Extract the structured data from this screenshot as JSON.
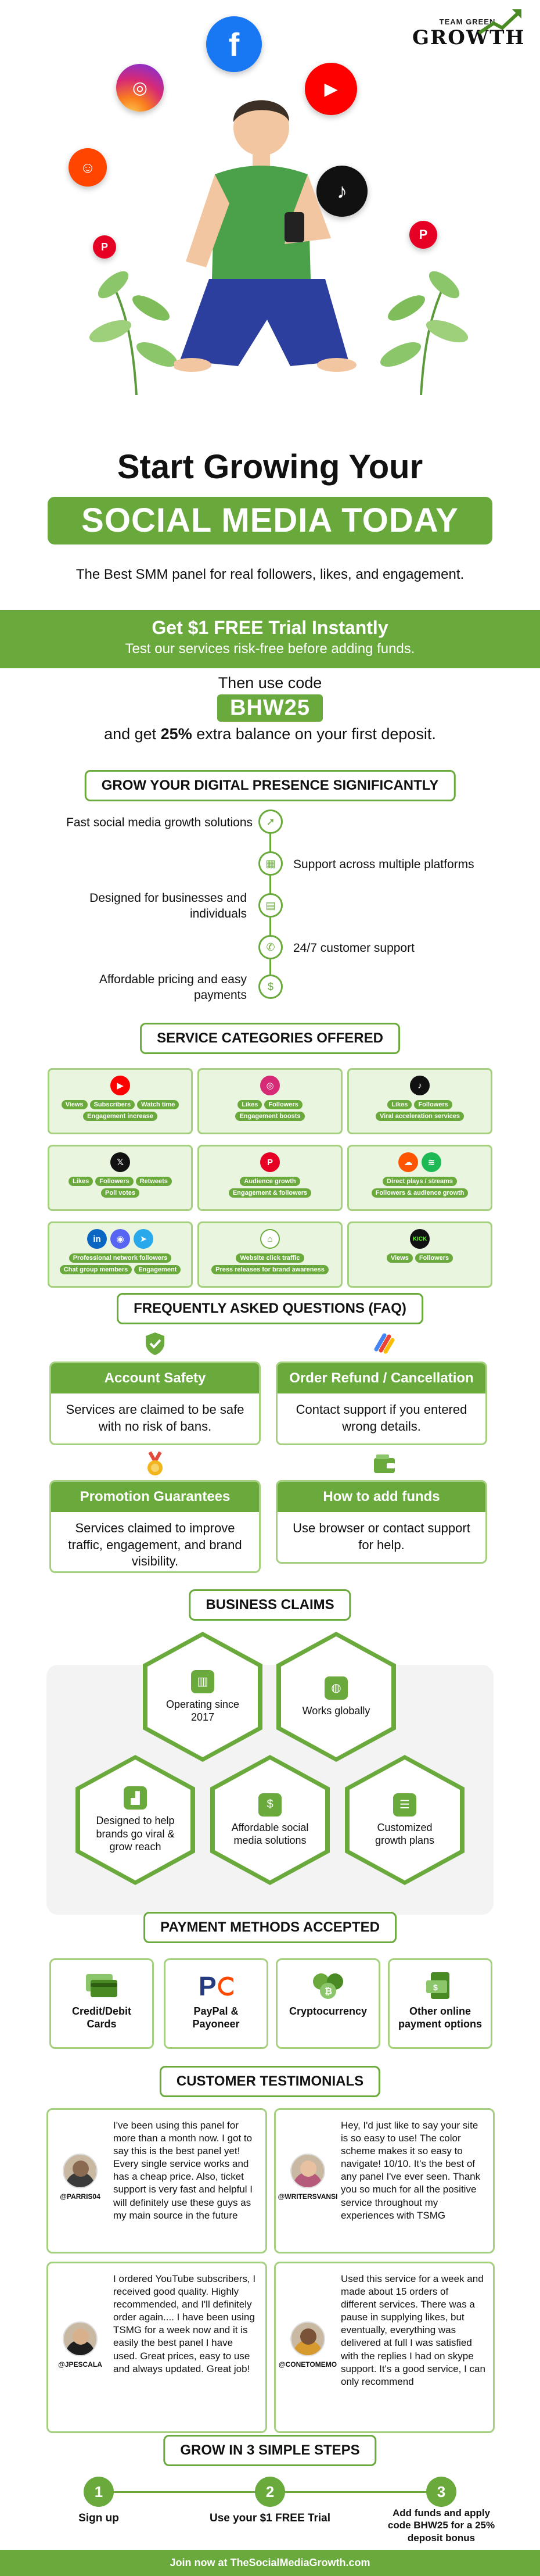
{
  "brand": {
    "logo_top": "TEAM GREEN",
    "logo_main": "GROWTH"
  },
  "hero": {
    "headline_line1": "Start Growing Your",
    "headline_line2": "SOCIAL MEDIA TODAY",
    "tagline": "The Best SMM panel for real followers, likes, and engagement."
  },
  "trial": {
    "title": "Get $1 FREE Trial Instantly",
    "subtitle": "Test our services risk-free before adding funds.",
    "then_text": "Then use code",
    "code": "BHW25",
    "extra_prefix": "and get ",
    "extra_bold": "25%",
    "extra_suffix": " extra balance on your first deposit."
  },
  "presence": {
    "title": "GROW YOUR DIGITAL PRESENCE SIGNIFICANTLY",
    "items": [
      "Fast social media growth solutions",
      "Support across multiple platforms",
      "Designed for businesses and individuals",
      "24/7 customer support",
      "Affordable pricing and easy payments"
    ]
  },
  "categories": {
    "title": "SERVICE CATEGORIES OFFERED",
    "cards": [
      {
        "icons": [
          "youtube-icon"
        ],
        "tags": [
          "Views",
          "Subscribers",
          "Watch time",
          "Engagement increase"
        ]
      },
      {
        "icons": [
          "instagram-icon"
        ],
        "tags": [
          "Likes",
          "Followers",
          "Engagement boosts"
        ]
      },
      {
        "icons": [
          "tiktok-icon"
        ],
        "tags": [
          "Likes",
          "Followers",
          "Viral acceleration services"
        ]
      },
      {
        "icons": [
          "x-icon"
        ],
        "tags": [
          "Likes",
          "Followers",
          "Retweets",
          "Poll votes"
        ]
      },
      {
        "icons": [
          "pinterest-icon"
        ],
        "tags": [
          "Audience growth",
          "Engagement & followers"
        ]
      },
      {
        "icons": [
          "soundcloud-icon",
          "spotify-icon"
        ],
        "tags": [
          "Direct plays / streams",
          "Followers & audience growth"
        ]
      },
      {
        "icons": [
          "linkedin-icon",
          "discord-icon",
          "telegram-icon"
        ],
        "tags": [
          "Professional network followers",
          "Chat group members",
          "Engagement"
        ]
      },
      {
        "icons": [
          "website-icon"
        ],
        "tags": [
          "Website click traffic",
          "Press releases for brand awareness"
        ]
      },
      {
        "icons": [
          "kick-icon"
        ],
        "tags": [
          "Views",
          "Followers"
        ]
      }
    ]
  },
  "faq": {
    "title": "FREQUENTLY ASKED QUESTIONS (FAQ)",
    "items": [
      {
        "q": "Account Safety",
        "a": "Services are claimed to be safe with no risk of bans."
      },
      {
        "q": "Order Refund / Cancellation",
        "a": "Contact support if you entered wrong details."
      },
      {
        "q": "Promotion Guarantees",
        "a": "Services claimed to improve traffic, engagement, and brand visibility."
      },
      {
        "q": "How to add funds",
        "a": "Use browser or contact support for help."
      }
    ]
  },
  "claims": {
    "title": "BUSINESS CLAIMS",
    "items": [
      "Operating since 2017",
      "Works globally",
      "Designed to help brands go viral & grow reach",
      "Affordable social media solutions",
      "Customized growth plans"
    ]
  },
  "payment": {
    "title": "PAYMENT METHODS ACCEPTED",
    "items": [
      "Credit/Debit Cards",
      "PayPal & Payoneer",
      "Cryptocurrency",
      "Other online payment options"
    ]
  },
  "testimonials": {
    "title": "CUSTOMER TESTIMONIALS",
    "items": [
      {
        "handle": "@PARRIS04",
        "text": "I've been using this panel for more than a month now. I got to say this is the best panel yet! Every single service works and has a cheap price. Also, ticket support is very fast and helpful I will definitely use these guys as my main source in the future"
      },
      {
        "handle": "@WRITERSVANSI",
        "text": "Hey, I'd just like to say your site is so easy to use! The color scheme makes it so easy to navigate! 10/10. It's the best of any panel I've ever seen. Thank you so much for all the positive service throughout my experiences with TSMG"
      },
      {
        "handle": "@JPESCALA",
        "text": "I ordered YouTube subscribers, I received good quality. Highly recommended, and I'll definitely order again.... I have been using TSMG for a week now and it is easily the best panel I have used. Great prices, easy to use and always updated. Great job!"
      },
      {
        "handle": "@CONETOMEMO",
        "text": "Used this service for a week and made about 15 orders of different services. There was a pause in supplying likes, but eventually, everything was delivered at full I was satisfied with the replies I had on skype support. It's a good service, I can only recommend"
      }
    ]
  },
  "steps": {
    "title": "GROW IN 3 SIMPLE STEPS",
    "items": [
      {
        "num": "1",
        "label": "Sign up"
      },
      {
        "num": "2",
        "label": "Use your $1 FREE Trial"
      },
      {
        "num": "3",
        "label": "Add funds and apply code BHW25 for a 25% deposit bonus"
      }
    ]
  },
  "footer": {
    "text": "Join now at TheSocialMediaGrowth.com"
  },
  "colors": {
    "accent": "#6aaa3c",
    "card_bg": "#eaf5df",
    "card_border": "#a5d07f"
  }
}
